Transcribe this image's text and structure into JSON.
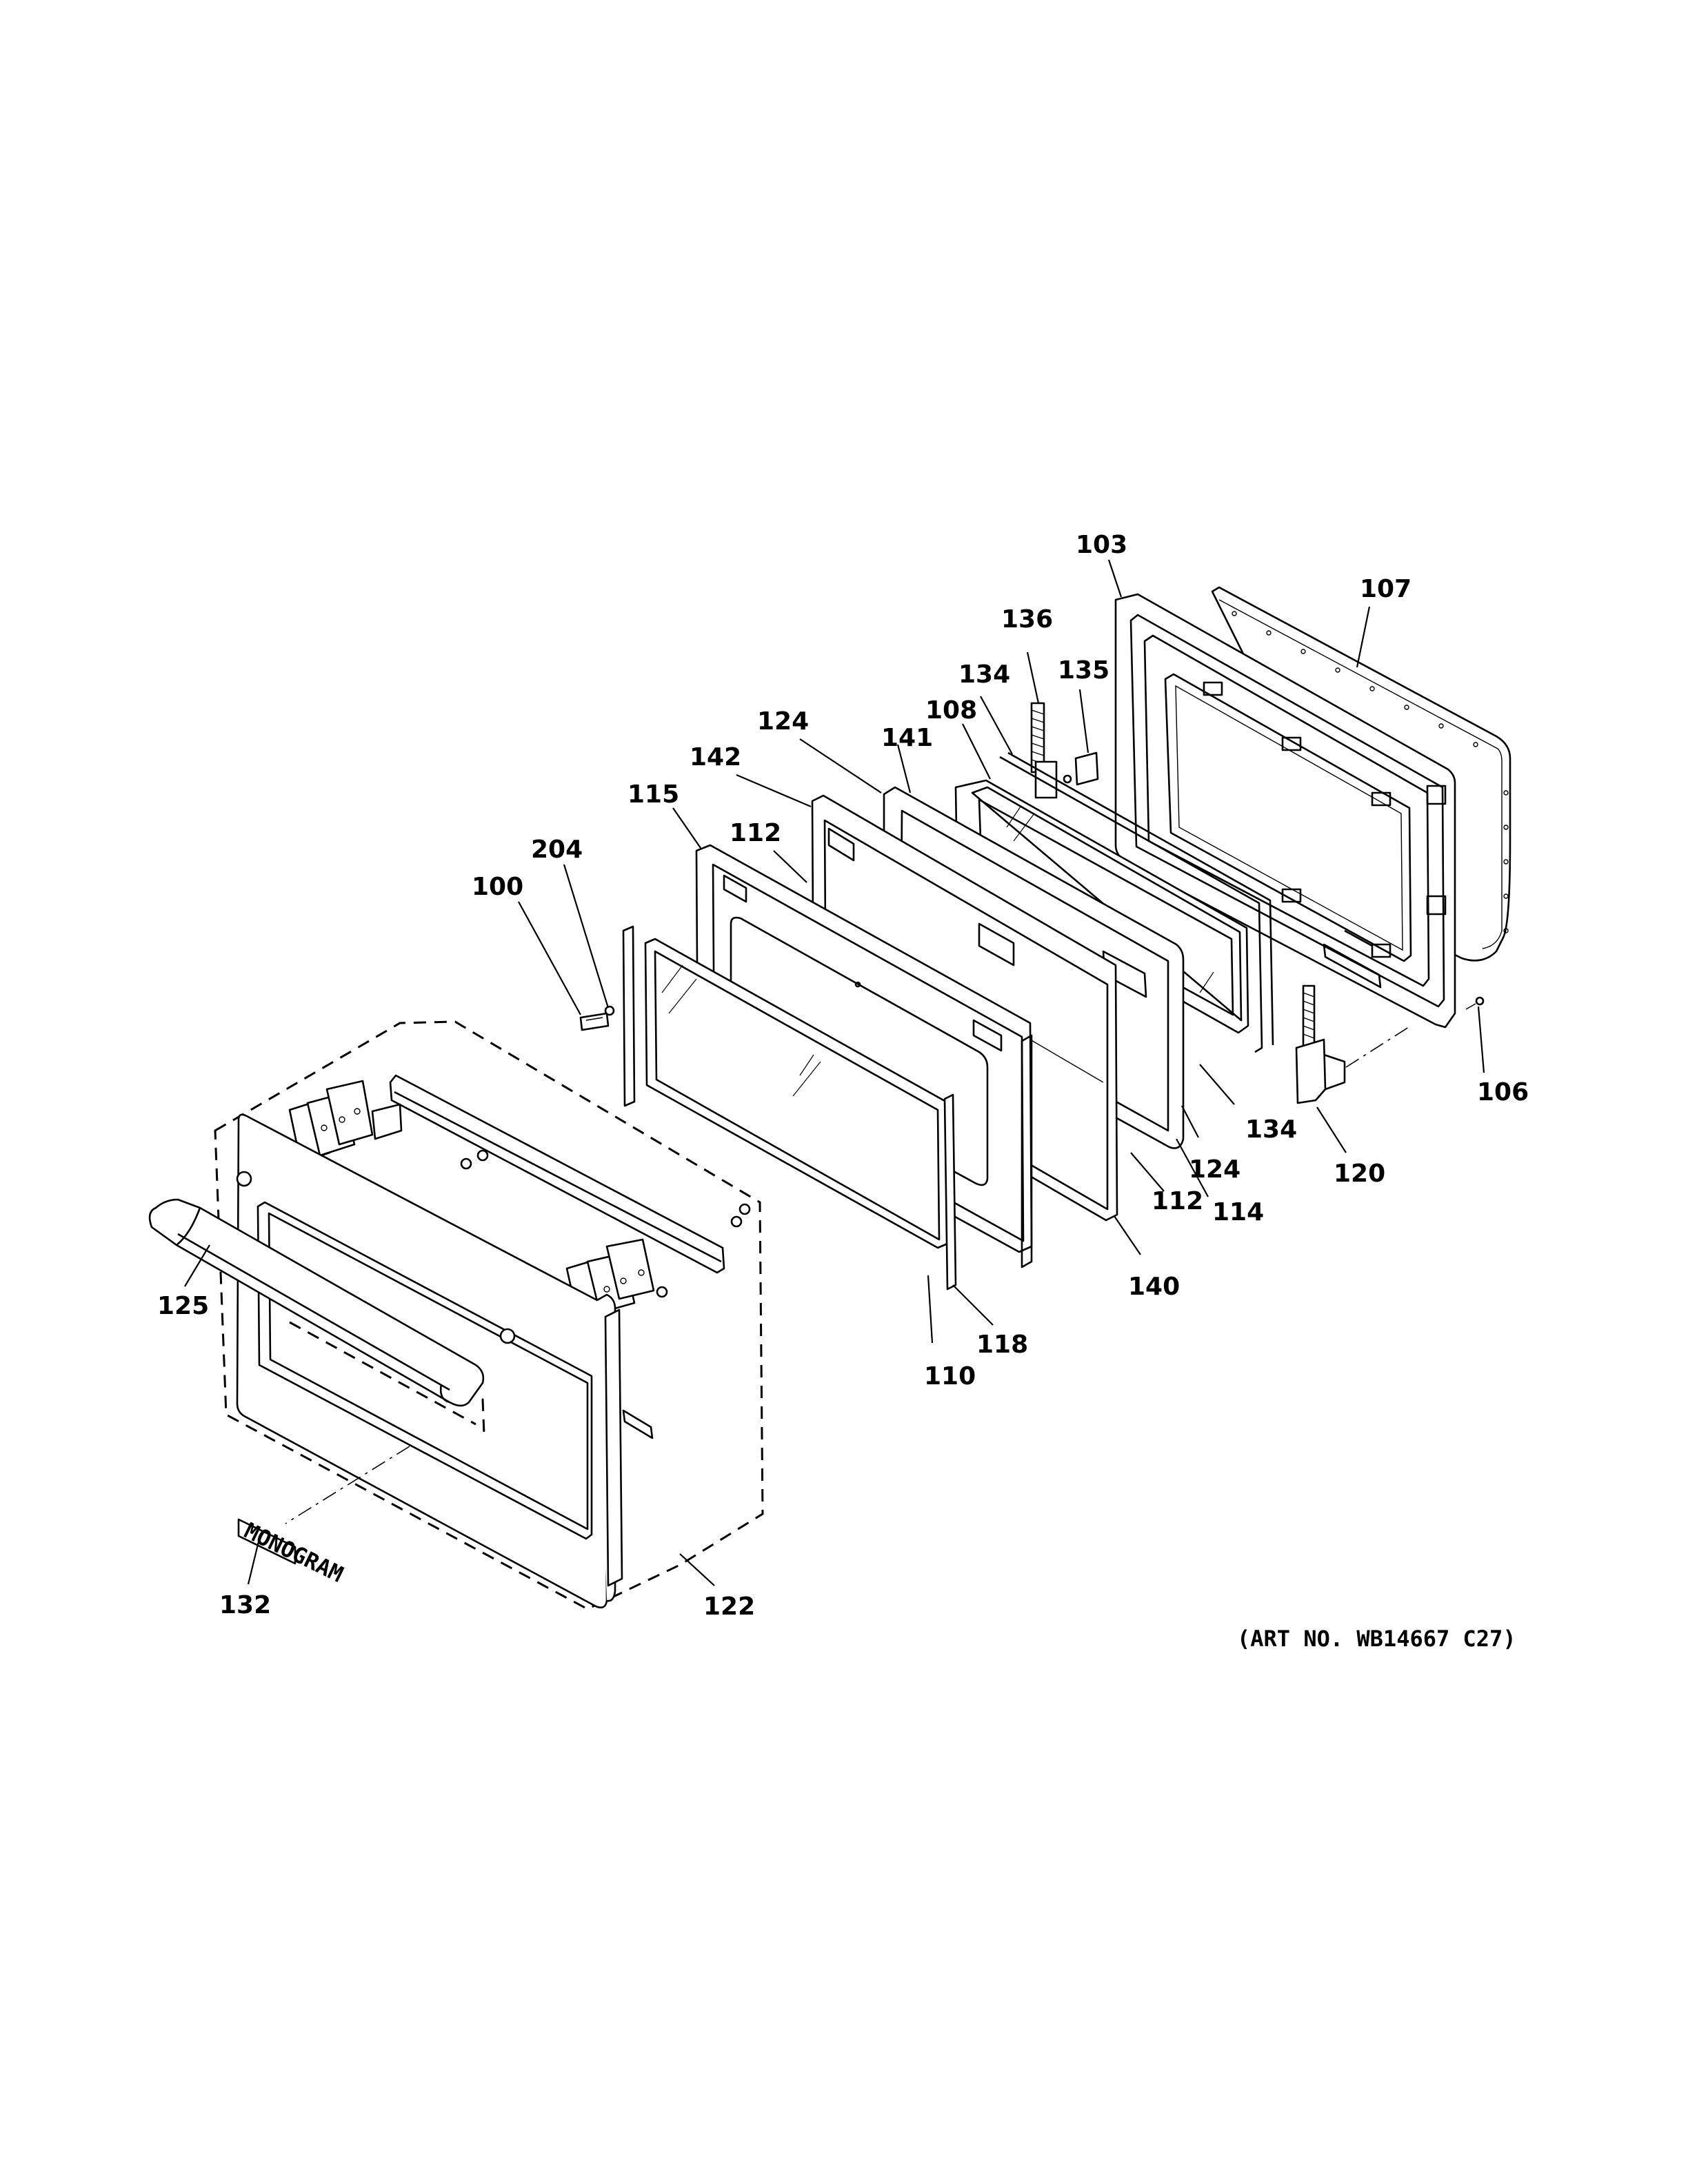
{
  "diagram": {
    "art_number": "(ART NO. WB14667 C27)",
    "callouts": [
      {
        "id": "c103",
        "label": "103"
      },
      {
        "id": "c107",
        "label": "107"
      },
      {
        "id": "c136",
        "label": "136"
      },
      {
        "id": "c134a",
        "label": "134"
      },
      {
        "id": "c135",
        "label": "135"
      },
      {
        "id": "c108",
        "label": "108"
      },
      {
        "id": "c124a",
        "label": "124"
      },
      {
        "id": "c141",
        "label": "141"
      },
      {
        "id": "c142",
        "label": "142"
      },
      {
        "id": "c115",
        "label": "115"
      },
      {
        "id": "c112a",
        "label": "112"
      },
      {
        "id": "c204",
        "label": "204"
      },
      {
        "id": "c100",
        "label": "100"
      },
      {
        "id": "c106",
        "label": "106"
      },
      {
        "id": "c134b",
        "label": "134"
      },
      {
        "id": "c120",
        "label": "120"
      },
      {
        "id": "c124b",
        "label": "124"
      },
      {
        "id": "c112b",
        "label": "112"
      },
      {
        "id": "c114",
        "label": "114"
      },
      {
        "id": "c140",
        "label": "140"
      },
      {
        "id": "c118",
        "label": "118"
      },
      {
        "id": "c110",
        "label": "110"
      },
      {
        "id": "c125",
        "label": "125"
      },
      {
        "id": "c132",
        "label": "132"
      },
      {
        "id": "c122",
        "label": "122"
      }
    ],
    "nameplate_text": "MONOGRAM"
  }
}
